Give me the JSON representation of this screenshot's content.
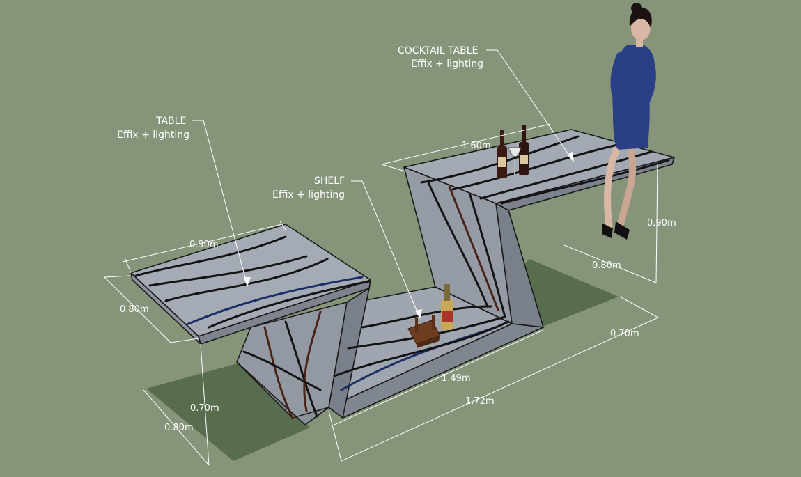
{
  "labels": {
    "table": {
      "title": "TABLE",
      "subtitle": "Effix + lighting"
    },
    "shelf": {
      "title": "SHELF",
      "subtitle": "Effix + lighting"
    },
    "cocktail": {
      "title": "COCKTAIL TABLE",
      "subtitle": "Effix + lighting"
    }
  },
  "dimensions": {
    "table_width": "0.90m",
    "table_depth": "0.80m",
    "table_height": "0.70m",
    "footprint_depth": "0.80m",
    "cocktail_length": "1.60m",
    "cocktail_height": "0.90m",
    "cocktail_depth": "0.80m",
    "shelf_height": "0.70m",
    "shelf_length": "1.49m",
    "total_length": "1.72m"
  },
  "colors": {
    "background": "#86947a",
    "surface_top": "#9fa5af",
    "surface_side": "#8c929c",
    "shadow": "#586c4e",
    "crack": "#141414",
    "dress": "#2b3f86"
  }
}
